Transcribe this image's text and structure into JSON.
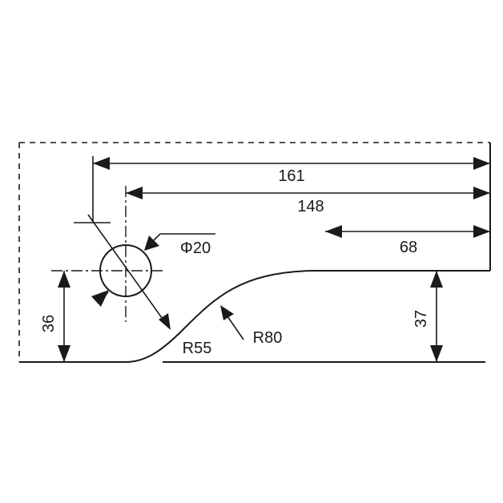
{
  "drawing": {
    "dimensions": {
      "overall_length": "161",
      "hole_center_to_end": "148",
      "flat_top_length": "68",
      "hole_height": "36",
      "step_height": "37"
    },
    "annotations": {
      "hole_diameter": "Φ20",
      "inner_radius": "R55",
      "outer_radius": "R80"
    }
  }
}
